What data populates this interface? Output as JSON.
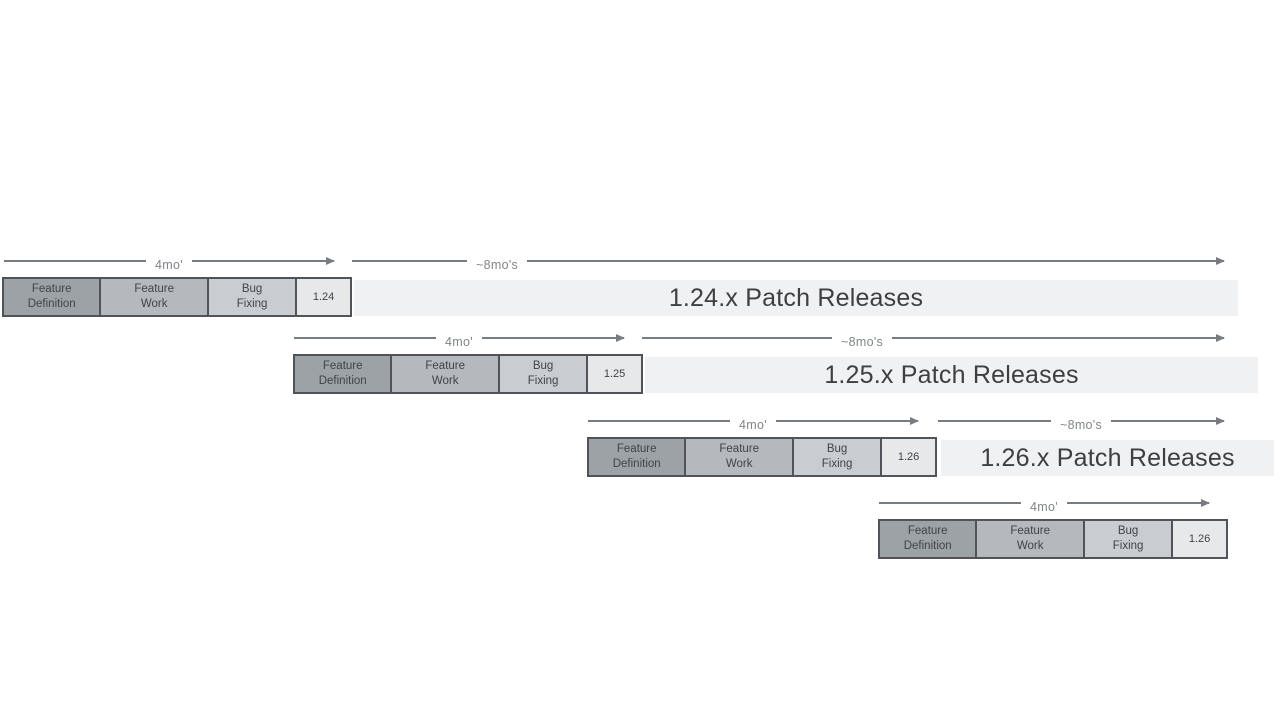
{
  "diagram": {
    "dev_cycle_label": "4mo'",
    "patch_cycle_label": "~8mo's",
    "phases": [
      "Feature\nDefinition",
      "Feature\nWork",
      "Bug\nFixing"
    ],
    "releases": [
      {
        "version": "1.24",
        "patch_label": "1.24.x Patch Releases"
      },
      {
        "version": "1.25",
        "patch_label": "1.25.x Patch Releases"
      },
      {
        "version": "1.26",
        "patch_label": "1.26.x Patch Releases"
      },
      {
        "version": "1.26",
        "patch_label": ""
      }
    ]
  },
  "colors": {
    "phase_definition_bg": "#9da2a7",
    "phase_work_bg": "#b5b9bd",
    "phase_bugfix_bg": "#c9cdd1",
    "version_bg": "#e6e8ea",
    "patch_bar_bg": "#eff1f3",
    "box_border": "#505459",
    "arrow_line": "#777c81",
    "cycle_label_text": "#80858a",
    "box_text": "#3f4448",
    "patch_text": "#3c4043"
  }
}
